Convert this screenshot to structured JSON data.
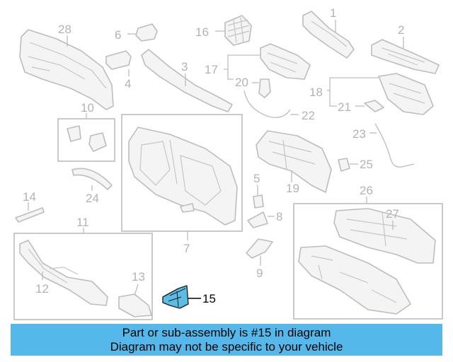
{
  "callouts": {
    "n1": "1",
    "n2": "2",
    "n3": "3",
    "n4": "4",
    "n5": "5",
    "n6": "6",
    "n7": "7",
    "n8": "8",
    "n9": "9",
    "n10": "10",
    "n11": "11",
    "n12": "12",
    "n13": "13",
    "n14": "14",
    "n15": "15",
    "n16": "16",
    "n17": "17",
    "n18": "18",
    "n19": "19",
    "n20": "20",
    "n21": "21",
    "n22": "22",
    "n23": "23",
    "n24": "24",
    "n25": "25",
    "n26": "26",
    "n27": "27",
    "n28": "28"
  },
  "highlighted_part": "15",
  "colors": {
    "highlight": "#5bbde6",
    "banner": "#55b8ea",
    "lines": "#bdbdbd"
  },
  "banner": {
    "line1": "Part or sub-assembly is #15 in diagram",
    "line2": "Diagram may not be specific to your vehicle"
  }
}
